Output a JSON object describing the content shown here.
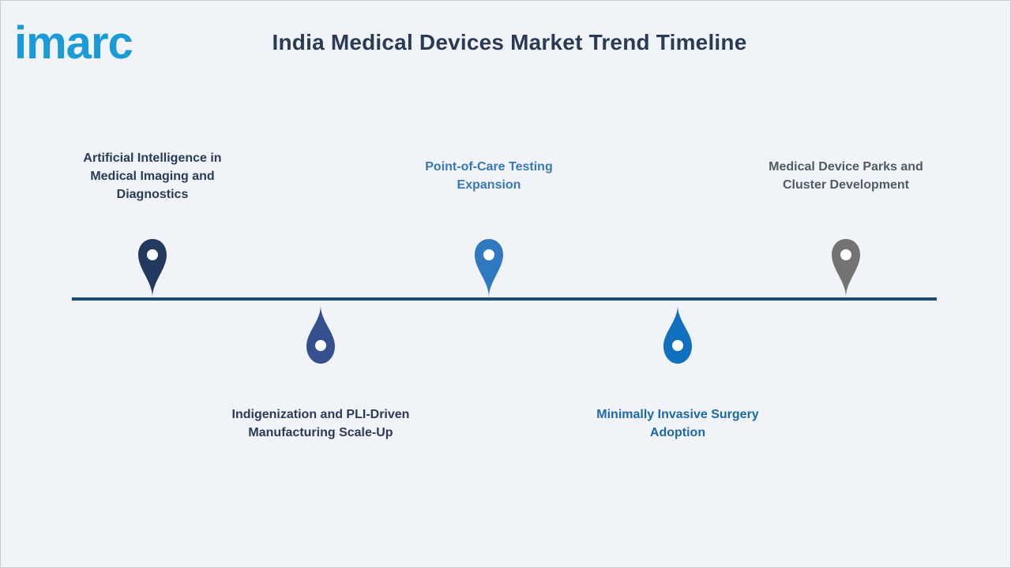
{
  "brand": {
    "logo_text": "imarc",
    "logo_color": "#1a9ad6"
  },
  "title": "India Medical Devices Market Trend Timeline",
  "timeline": {
    "line_color": "#1e4a6e",
    "items": [
      {
        "lines": [
          "Artificial Intelligence in",
          "Medical Imaging and",
          "Diagnostics"
        ],
        "position": "above",
        "color": "#233a5e",
        "text_color": "#2b3a55"
      },
      {
        "lines": [
          "Indigenization and PLI-Driven",
          "Manufacturing Scale-Up"
        ],
        "position": "below",
        "color": "#354f8f",
        "text_color": "#2b3a55"
      },
      {
        "lines": [
          "Point-of-Care Testing",
          "Expansion"
        ],
        "position": "above",
        "color": "#2e79c0",
        "text_color": "#3a78b5"
      },
      {
        "lines": [
          "Minimally Invasive Surgery",
          "Adoption"
        ],
        "position": "below",
        "color": "#1070bd",
        "text_color": "#1b6aa8"
      },
      {
        "lines": [
          "Medical Device Parks and",
          "Cluster Development"
        ],
        "position": "above",
        "color": "#737373",
        "text_color": "#505a66"
      }
    ]
  }
}
